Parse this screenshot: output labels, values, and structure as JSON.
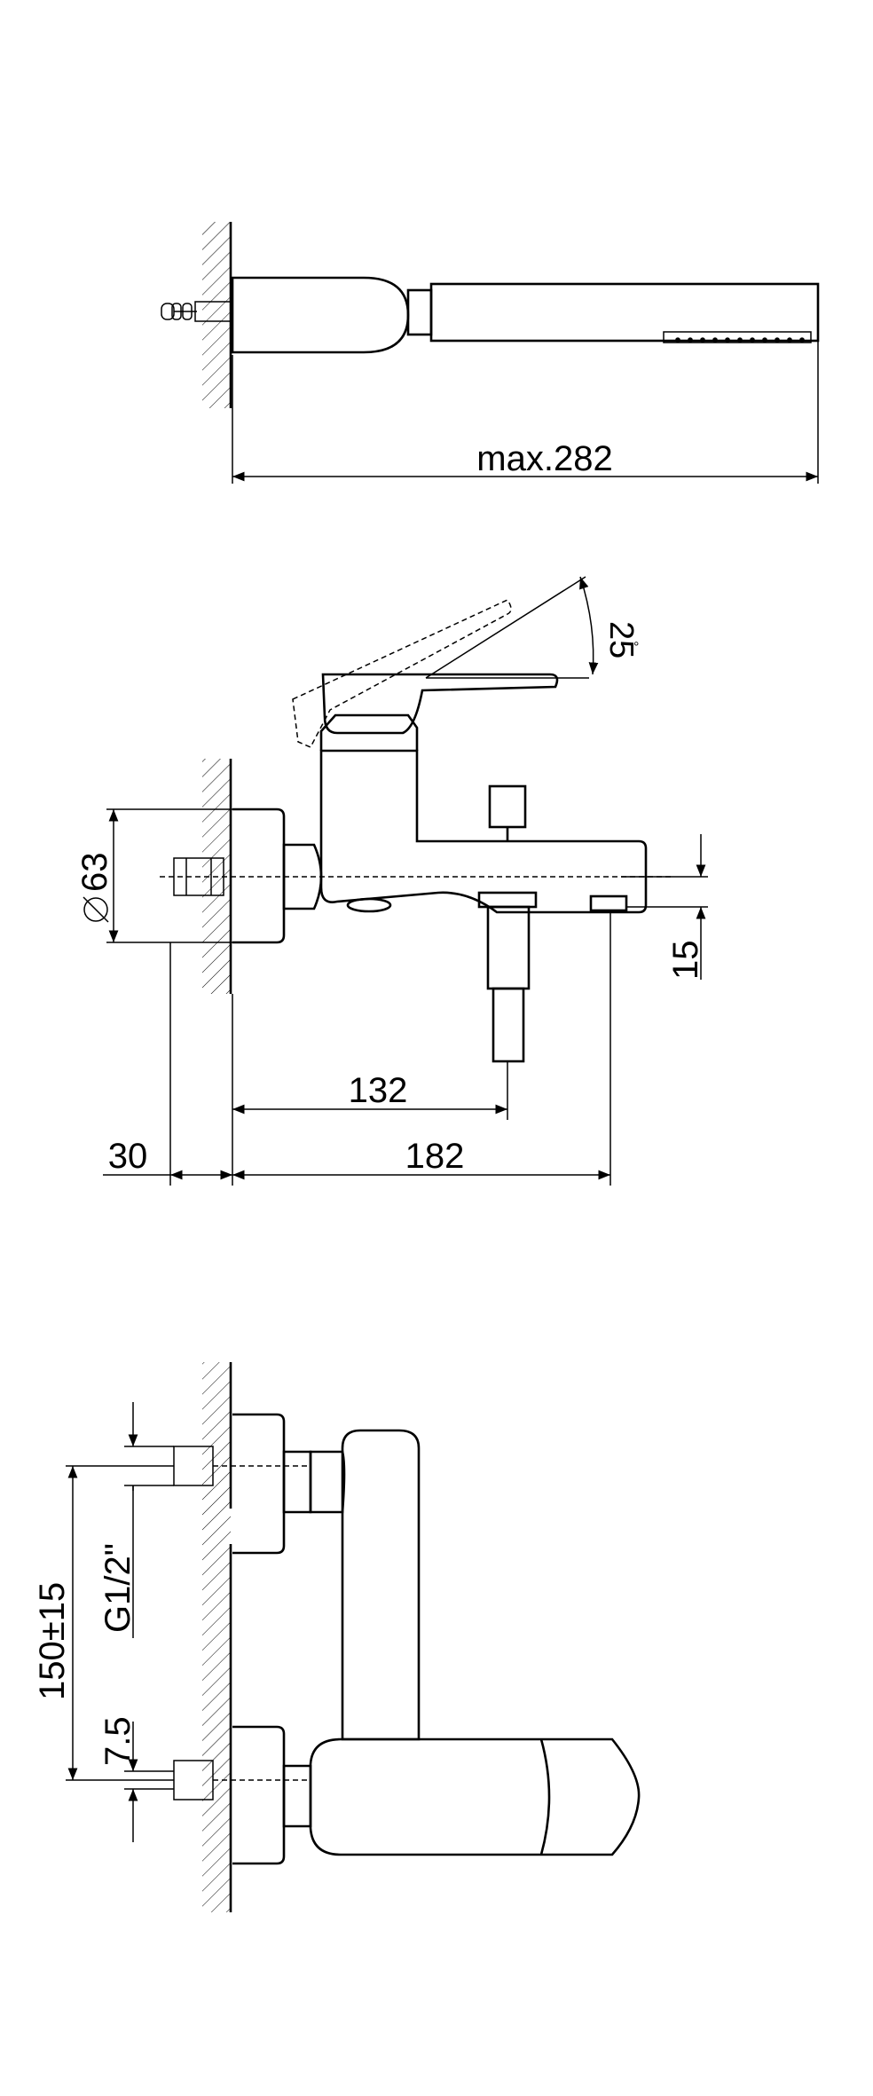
{
  "views": {
    "top": {
      "dimensions": {
        "max_length": "max.282"
      }
    },
    "side": {
      "dimensions": {
        "diameter": "63",
        "angle": "25",
        "angle_unit": "°",
        "spout_offset": "15",
        "spout_reach": "132",
        "wall_gap": "30",
        "overall_depth": "182"
      }
    },
    "front": {
      "dimensions": {
        "thread": "G1/2\"",
        "centres": "150±15",
        "eccentric": "7.5"
      }
    }
  }
}
